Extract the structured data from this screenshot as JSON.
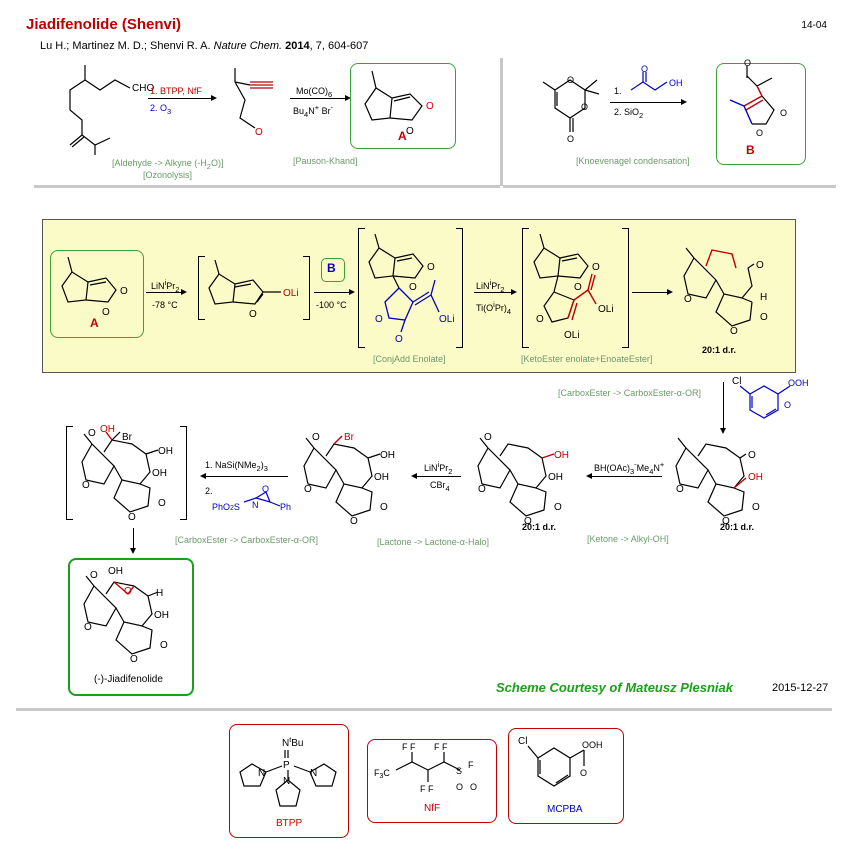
{
  "header": {
    "title": "Jiadifenolide (Shenvi)",
    "code": "14-04",
    "authors": "Lu H.; Martinez M. D.; Shenvi R. A.",
    "journal": "Nature Chem.",
    "year": "2014",
    "volume_pages": ", 7, 604-607"
  },
  "top_left": {
    "aldehyde_label": "CHO",
    "step1": "1. BTPP,  NfF",
    "step2": "2. O",
    "step2_sub": "3",
    "mo_reagent": "Mo(CO)",
    "mo_sub": "6",
    "bu_reagent": "Bu",
    "bu_rest": "N",
    "bu_tail": "Br",
    "note1": "[Aldehyde -> Alkyne (-H",
    "note1_tail": "O)]",
    "note2": "[Ozonolysis]",
    "note3": "[Pauson-Khand]",
    "product_label": "A"
  },
  "top_right": {
    "step1": "1.",
    "step2": "2. SiO",
    "step2_sub": "2",
    "note": "[Knoevenagel condensation]",
    "product_label": "B"
  },
  "main_box": {
    "label_A": "A",
    "label_B": "B",
    "base": "LiN",
    "base_sup": "i",
    "base_tail": "Pr",
    "base_sub": "2",
    "temp1": "-78 °C",
    "temp2": "-100 °C",
    "olI": "OLi",
    "ti": "Ti(O",
    "ti_tail": "Pr)",
    "ti_sub": "4",
    "note_conj": "[ConjAdd Enolate]",
    "note_keto": "[KetoEster enolate+EnoateEster]",
    "dr": "20:1 d.r.",
    "h": "H"
  },
  "row3": {
    "note_carbox": "[CarboxEster -> CarboxEster-α-OR]",
    "boron": "BH(OAc)",
    "boron_tail": "Me",
    "boron_n": "N",
    "note_ketone": "[Ketone -> Alkyl-OH]",
    "dr1": "20:1 d.r.",
    "dr2": "20:1 d.r.",
    "cbr4": "CBr",
    "note_lactone": "[Lactone -> Lactone-α-Halo]",
    "na": "1. NaSi(NMe",
    "na_tail": ")",
    "step2": "2.",
    "phos": "PhO",
    "phos_tail": "S",
    "ph": "Ph",
    "note_carbox2": "[CarboxEster -> CarboxEster-α-OR]",
    "oh": "OH",
    "br": "Br",
    "h": "H"
  },
  "final": {
    "name": "(-)-Jiadifenolide"
  },
  "footer": {
    "courtesy": "Scheme Courtesy of Mateusz Plesniak",
    "date": "2015-12-27"
  },
  "reagents": [
    {
      "name": "BTPP",
      "detail": "NtBu"
    },
    {
      "name": "NfF"
    },
    {
      "name": "MCPBA"
    }
  ],
  "colors": {
    "red": "#c00000",
    "blue": "#0000c0",
    "green": "#1aa01a",
    "grey_note": "#6a9a6a",
    "box_yellow": "#fbfbc8"
  }
}
